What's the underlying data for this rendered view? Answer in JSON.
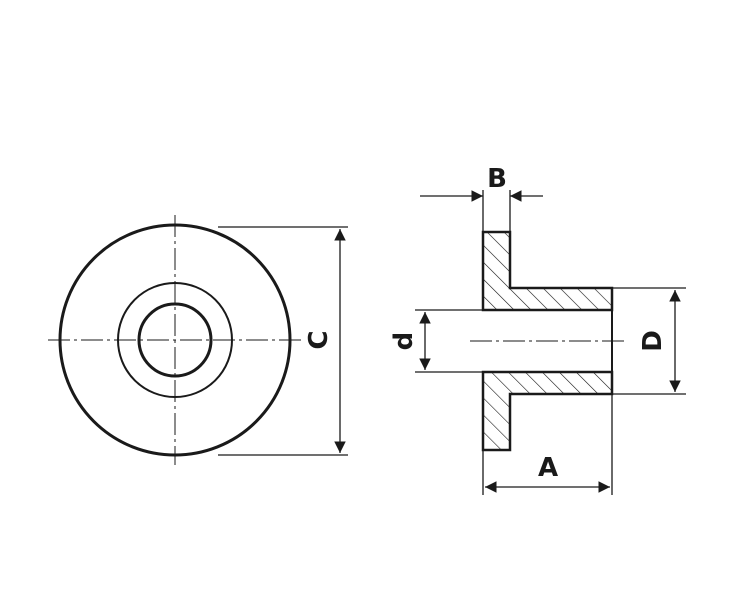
{
  "labels": {
    "A": "A",
    "B": "B",
    "C": "C",
    "D": "D",
    "d": "d"
  }
}
